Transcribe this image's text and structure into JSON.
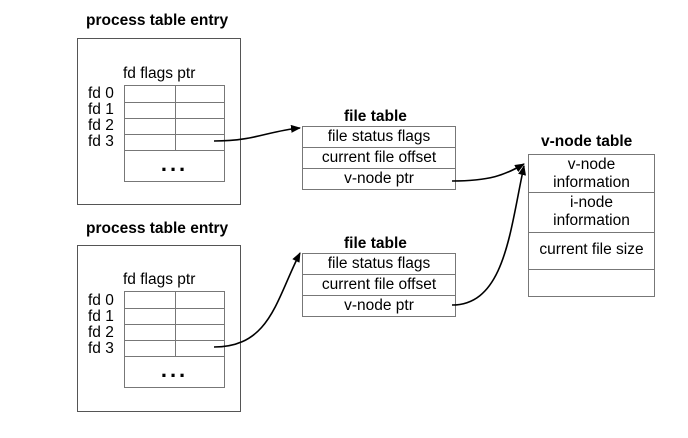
{
  "process_entries": [
    {
      "title": "process table entry",
      "header": "fd flags ptr",
      "fds": [
        "fd 0",
        "fd 1",
        "fd 2",
        "fd 3"
      ],
      "ellipsis": "..."
    },
    {
      "title": "process table entry",
      "header": "fd flags ptr",
      "fds": [
        "fd 0",
        "fd 1",
        "fd 2",
        "fd 3"
      ],
      "ellipsis": "..."
    }
  ],
  "file_tables": [
    {
      "title": "file table",
      "rows": [
        "file status flags",
        "current file offset",
        "v-node ptr"
      ]
    },
    {
      "title": "file table",
      "rows": [
        "file status flags",
        "current file offset",
        "v-node ptr"
      ]
    }
  ],
  "vnode_table": {
    "title": "v-node table",
    "vnode_info": [
      "v-node",
      "information"
    ],
    "inode_info": [
      "i-node",
      "information"
    ],
    "file_size": "current file size"
  }
}
